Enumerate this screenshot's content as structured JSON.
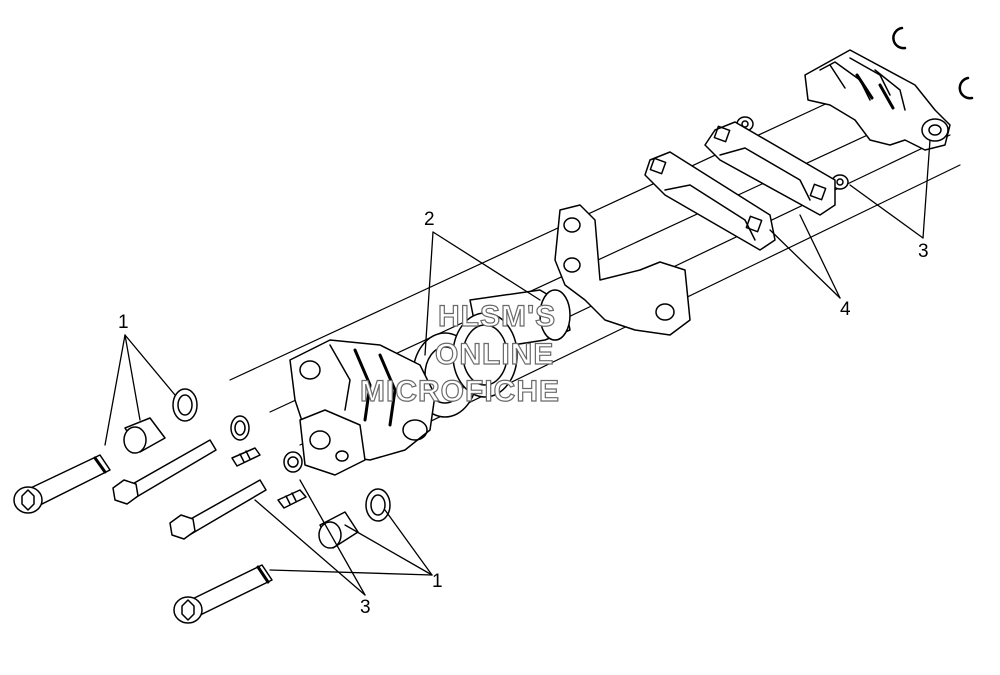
{
  "callouts": {
    "c1_upper": "1",
    "c1_lower": "1",
    "c2": "2",
    "c3_right": "3",
    "c3_lower": "3",
    "c4": "4"
  },
  "watermark": {
    "line1": "HLSM'S",
    "line2": "ONLINE",
    "line3": "MICROFICHE"
  },
  "colors": {
    "ink": "#000000",
    "shade": "#3a3a3a",
    "watermark_outline": "#6a6a6a"
  }
}
